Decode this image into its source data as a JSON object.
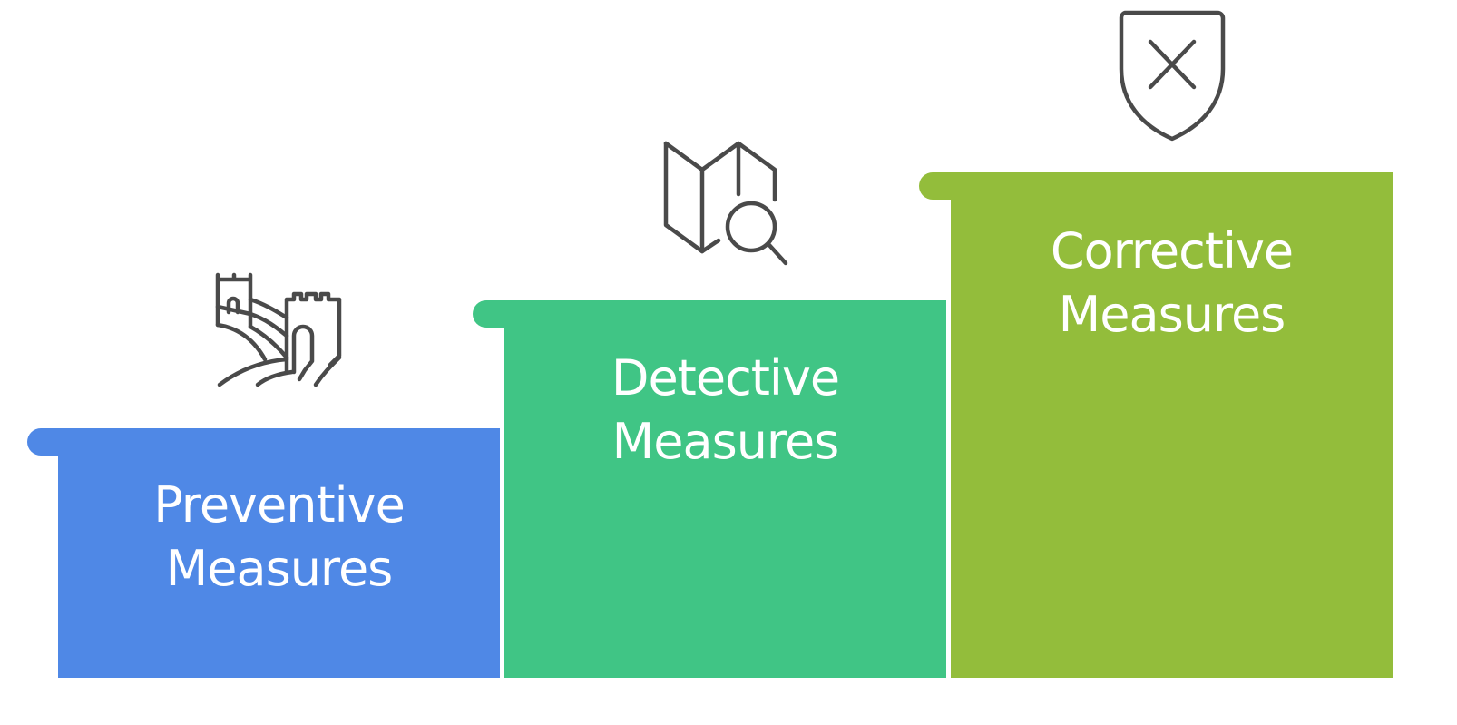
{
  "steps": [
    {
      "id": "preventive",
      "line1": "Preventive",
      "line2": "Measures",
      "color": "#4f88e6",
      "icon": "castle-wall-icon"
    },
    {
      "id": "detective",
      "line1": "Detective",
      "line2": "Measures",
      "color": "#40c585",
      "icon": "map-search-icon"
    },
    {
      "id": "corrective",
      "line1": "Corrective",
      "line2": "Measures",
      "color": "#93bd3b",
      "icon": "shield-x-icon"
    }
  ],
  "icon_color": "#4a4a4a"
}
